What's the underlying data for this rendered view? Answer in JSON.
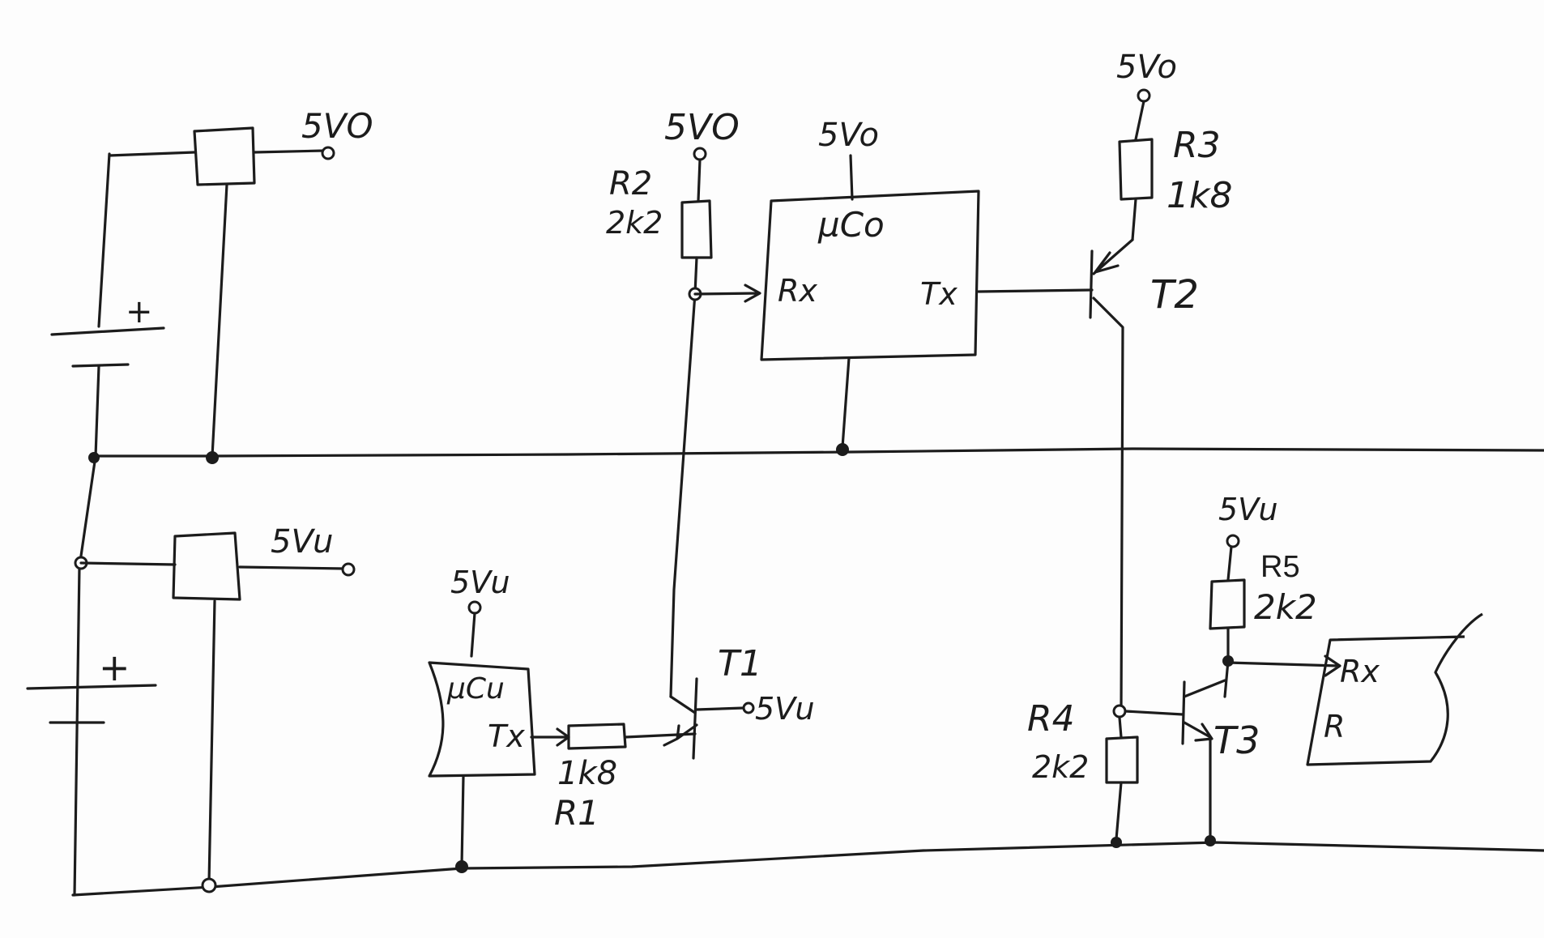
{
  "labels": {
    "reg_top_out": "5VO",
    "reg_bottom_out": "5Vu",
    "bat_top_plus": "+",
    "bat_bottom_plus": "+",
    "r2_supply": "5VO",
    "r2_name": "R2",
    "r2_value": "2k2",
    "uco_supply": "5Vo",
    "uco_name": "µCo",
    "uco_rx": "Rx",
    "uco_tx": "Tx",
    "r3_supply": "5Vo",
    "r3_name": "R3",
    "r3_value": "1k8",
    "t2_name": "T2",
    "ucu_supply": "5Vu",
    "ucu_name": "µCu",
    "ucu_tx": "Tx",
    "r1_value": "1k8",
    "r1_name": "R1",
    "t1_name": "T1",
    "t1_emitter_supply": "5Vu",
    "r5_supply": "5Vu",
    "r5_name": "R5",
    "r5_value": "2k2",
    "r4_name": "R4",
    "r4_value": "2k2",
    "t3_name": "T3",
    "rx_device_rx": "Rx",
    "rx_device_r": "R"
  }
}
